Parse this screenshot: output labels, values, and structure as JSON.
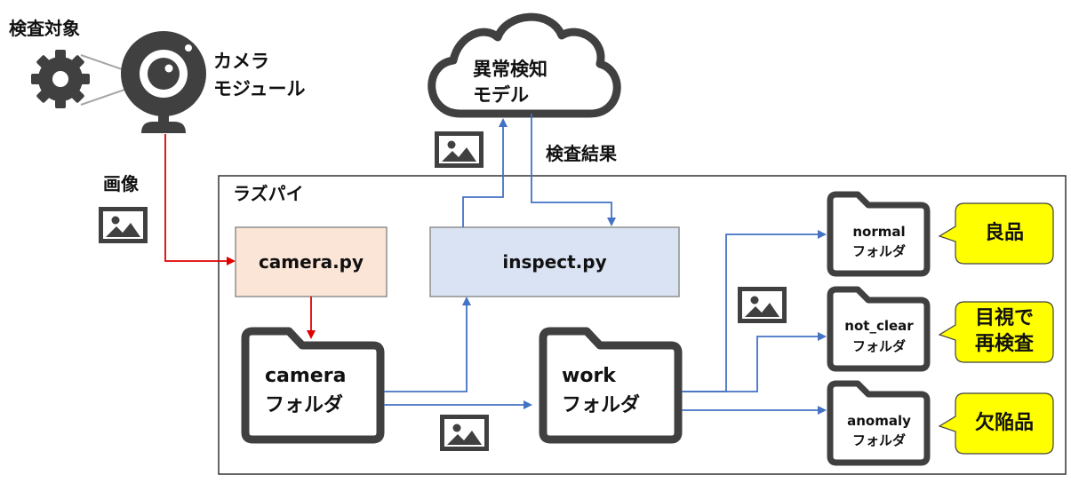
{
  "colors": {
    "camera_box": "#fbe5d6",
    "inspect_box": "#dae3f3",
    "box_border": "#8f8f8f",
    "icon_dark": "#404040",
    "arrow_red": "#e00000",
    "arrow_blue": "#4472c4",
    "callout_fill": "#ffff00"
  },
  "labels": {
    "inspection_target": "検査対象",
    "camera_module_line1": "カメラ",
    "camera_module_line2": "モジュール",
    "image": "画像",
    "model_line1": "異常検知",
    "model_line2": "モデル",
    "inspection_result": "検査結果",
    "raspberry_pi": "ラズパイ"
  },
  "scripts": {
    "camera": "camera.py",
    "inspect": "inspect.py"
  },
  "folders": {
    "camera": {
      "name": "camera",
      "suffix": "フォルダ"
    },
    "work": {
      "name": "work",
      "suffix": "フォルダ"
    },
    "normal": {
      "name": "normal",
      "suffix": "フォルダ"
    },
    "not_clear": {
      "name": "not_clear",
      "suffix": "フォルダ"
    },
    "anomaly": {
      "name": "anomaly",
      "suffix": "フォルダ"
    }
  },
  "callouts": {
    "good": "良品",
    "recheck_line1": "目視で",
    "recheck_line2": "再検査",
    "defect": "欠陥品"
  },
  "icons": [
    "gear-icon",
    "webcam-icon",
    "cloud-icon",
    "image-icon",
    "folder-icon"
  ]
}
